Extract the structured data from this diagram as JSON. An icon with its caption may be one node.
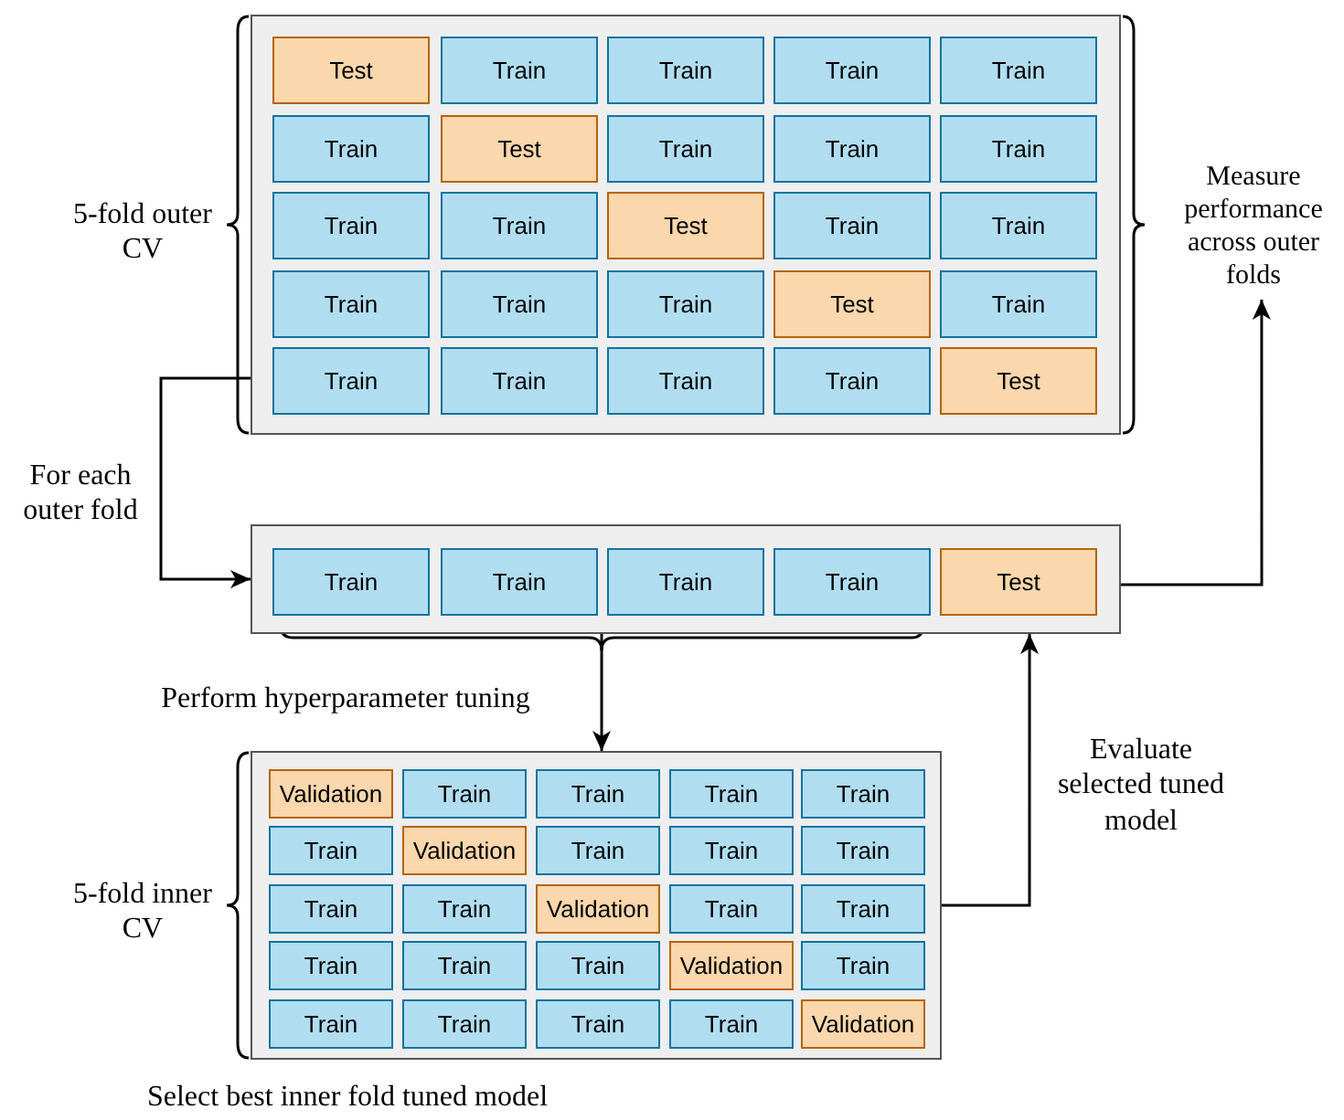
{
  "diagram": {
    "nodes": [
      {
        "text": [],
        "shape": "box"
      },
      {
        "text": [
          "Test"
        ],
        "in": 0
      },
      {
        "text": [
          "Train"
        ],
        "in": 0
      },
      {
        "text": [
          "Train"
        ],
        "in": 0
      },
      {
        "text": [
          "Train"
        ],
        "in": 0
      },
      {
        "text": [
          "Train"
        ],
        "in": 0
      },
      {
        "text": [
          "Train"
        ],
        "in": 0
      },
      {
        "text": [
          "Test"
        ],
        "in": 0
      },
      {
        "text": [
          "Train"
        ],
        "in": 0
      },
      {
        "text": [
          "Train"
        ],
        "in": 0
      },
      {
        "text": [
          "Train"
        ],
        "in": 0
      },
      {
        "text": [
          "Train"
        ],
        "in": 0
      },
      {
        "text": [
          "Train"
        ],
        "in": 0
      },
      {
        "text": [
          "Test"
        ],
        "in": 0
      },
      {
        "text": [
          "Train"
        ],
        "in": 0
      },
      {
        "text": [
          "Train"
        ],
        "in": 0
      },
      {
        "text": [
          "Train"
        ],
        "in": 0
      },
      {
        "text": [
          "Train"
        ],
        "in": 0
      },
      {
        "text": [
          "Train"
        ],
        "in": 0
      },
      {
        "text": [
          "Test"
        ],
        "in": 0
      },
      {
        "text": [
          "Train"
        ],
        "in": 0
      },
      {
        "text": [
          "Train"
        ],
        "in": 0
      },
      {
        "text": [
          "Train"
        ],
        "in": 0
      },
      {
        "text": [
          "Train"
        ],
        "in": 0
      },
      {
        "text": [
          "Train"
        ],
        "in": 0
      },
      {
        "text": [
          "Test"
        ],
        "in": 0
      },
      {
        "text": [],
        "shape": "box"
      },
      {
        "text": [
          "Train"
        ],
        "in": 26
      },
      {
        "text": [
          "Train"
        ],
        "in": 26
      },
      {
        "text": [
          "Train"
        ],
        "in": 26
      },
      {
        "text": [
          "Train"
        ],
        "in": 26
      },
      {
        "text": [
          "Test"
        ],
        "in": 26
      },
      {
        "text": [],
        "shape": "box"
      },
      {
        "text": [
          "Validation"
        ],
        "in": 32
      },
      {
        "text": [
          "Train"
        ],
        "in": 32
      },
      {
        "text": [
          "Train"
        ],
        "in": 32
      },
      {
        "text": [
          "Train"
        ],
        "in": 32
      },
      {
        "text": [
          "Train"
        ],
        "in": 32
      },
      {
        "text": [
          "Train"
        ],
        "in": 32
      },
      {
        "text": [
          "Validation"
        ],
        "in": 32
      },
      {
        "text": [
          "Train"
        ],
        "in": 32
      },
      {
        "text": [
          "Train"
        ],
        "in": 32
      },
      {
        "text": [
          "Train"
        ],
        "in": 32
      },
      {
        "text": [
          "Train"
        ],
        "in": 32
      },
      {
        "text": [
          "Train"
        ],
        "in": 32
      },
      {
        "text": [
          "Validation"
        ],
        "in": 32
      },
      {
        "text": [
          "Train"
        ],
        "in": 32
      },
      {
        "text": [
          "Train"
        ],
        "in": 32
      },
      {
        "text": [
          "Train"
        ],
        "in": 32
      },
      {
        "text": [
          "Train"
        ],
        "in": 32
      },
      {
        "text": [
          "Train"
        ],
        "in": 32
      },
      {
        "text": [
          "Validation"
        ],
        "in": 32
      },
      {
        "text": [
          "Train"
        ],
        "in": 32
      },
      {
        "text": [
          "Train"
        ],
        "in": 32
      },
      {
        "text": [
          "Train"
        ],
        "in": 32
      },
      {
        "text": [
          "Train"
        ],
        "in": 32
      },
      {
        "text": [
          "Train"
        ],
        "in": 32
      },
      {
        "text": [
          "Validation"
        ],
        "in": 32
      },
      {
        "text": [
          "Measure performance across outer folds"
        ]
      }
    ],
    "edges": [
      {
        "from": 0,
        "to": 26,
        "arrow": "to",
        "label": "For each outer fold"
      },
      {
        "from": 26,
        "to": 58,
        "arrow": "to"
      },
      {
        "from": 26,
        "to": 32,
        "arrow": "to",
        "label": "Perform hyperparameter tuning"
      },
      {
        "from": 32,
        "to": 26,
        "arrow": "to",
        "label": "Evaluate selected tuned model"
      }
    ],
    "labels": [
      "5-fold outer CV",
      "5-fold inner CV",
      "Select best inner fold tuned model"
    ]
  }
}
